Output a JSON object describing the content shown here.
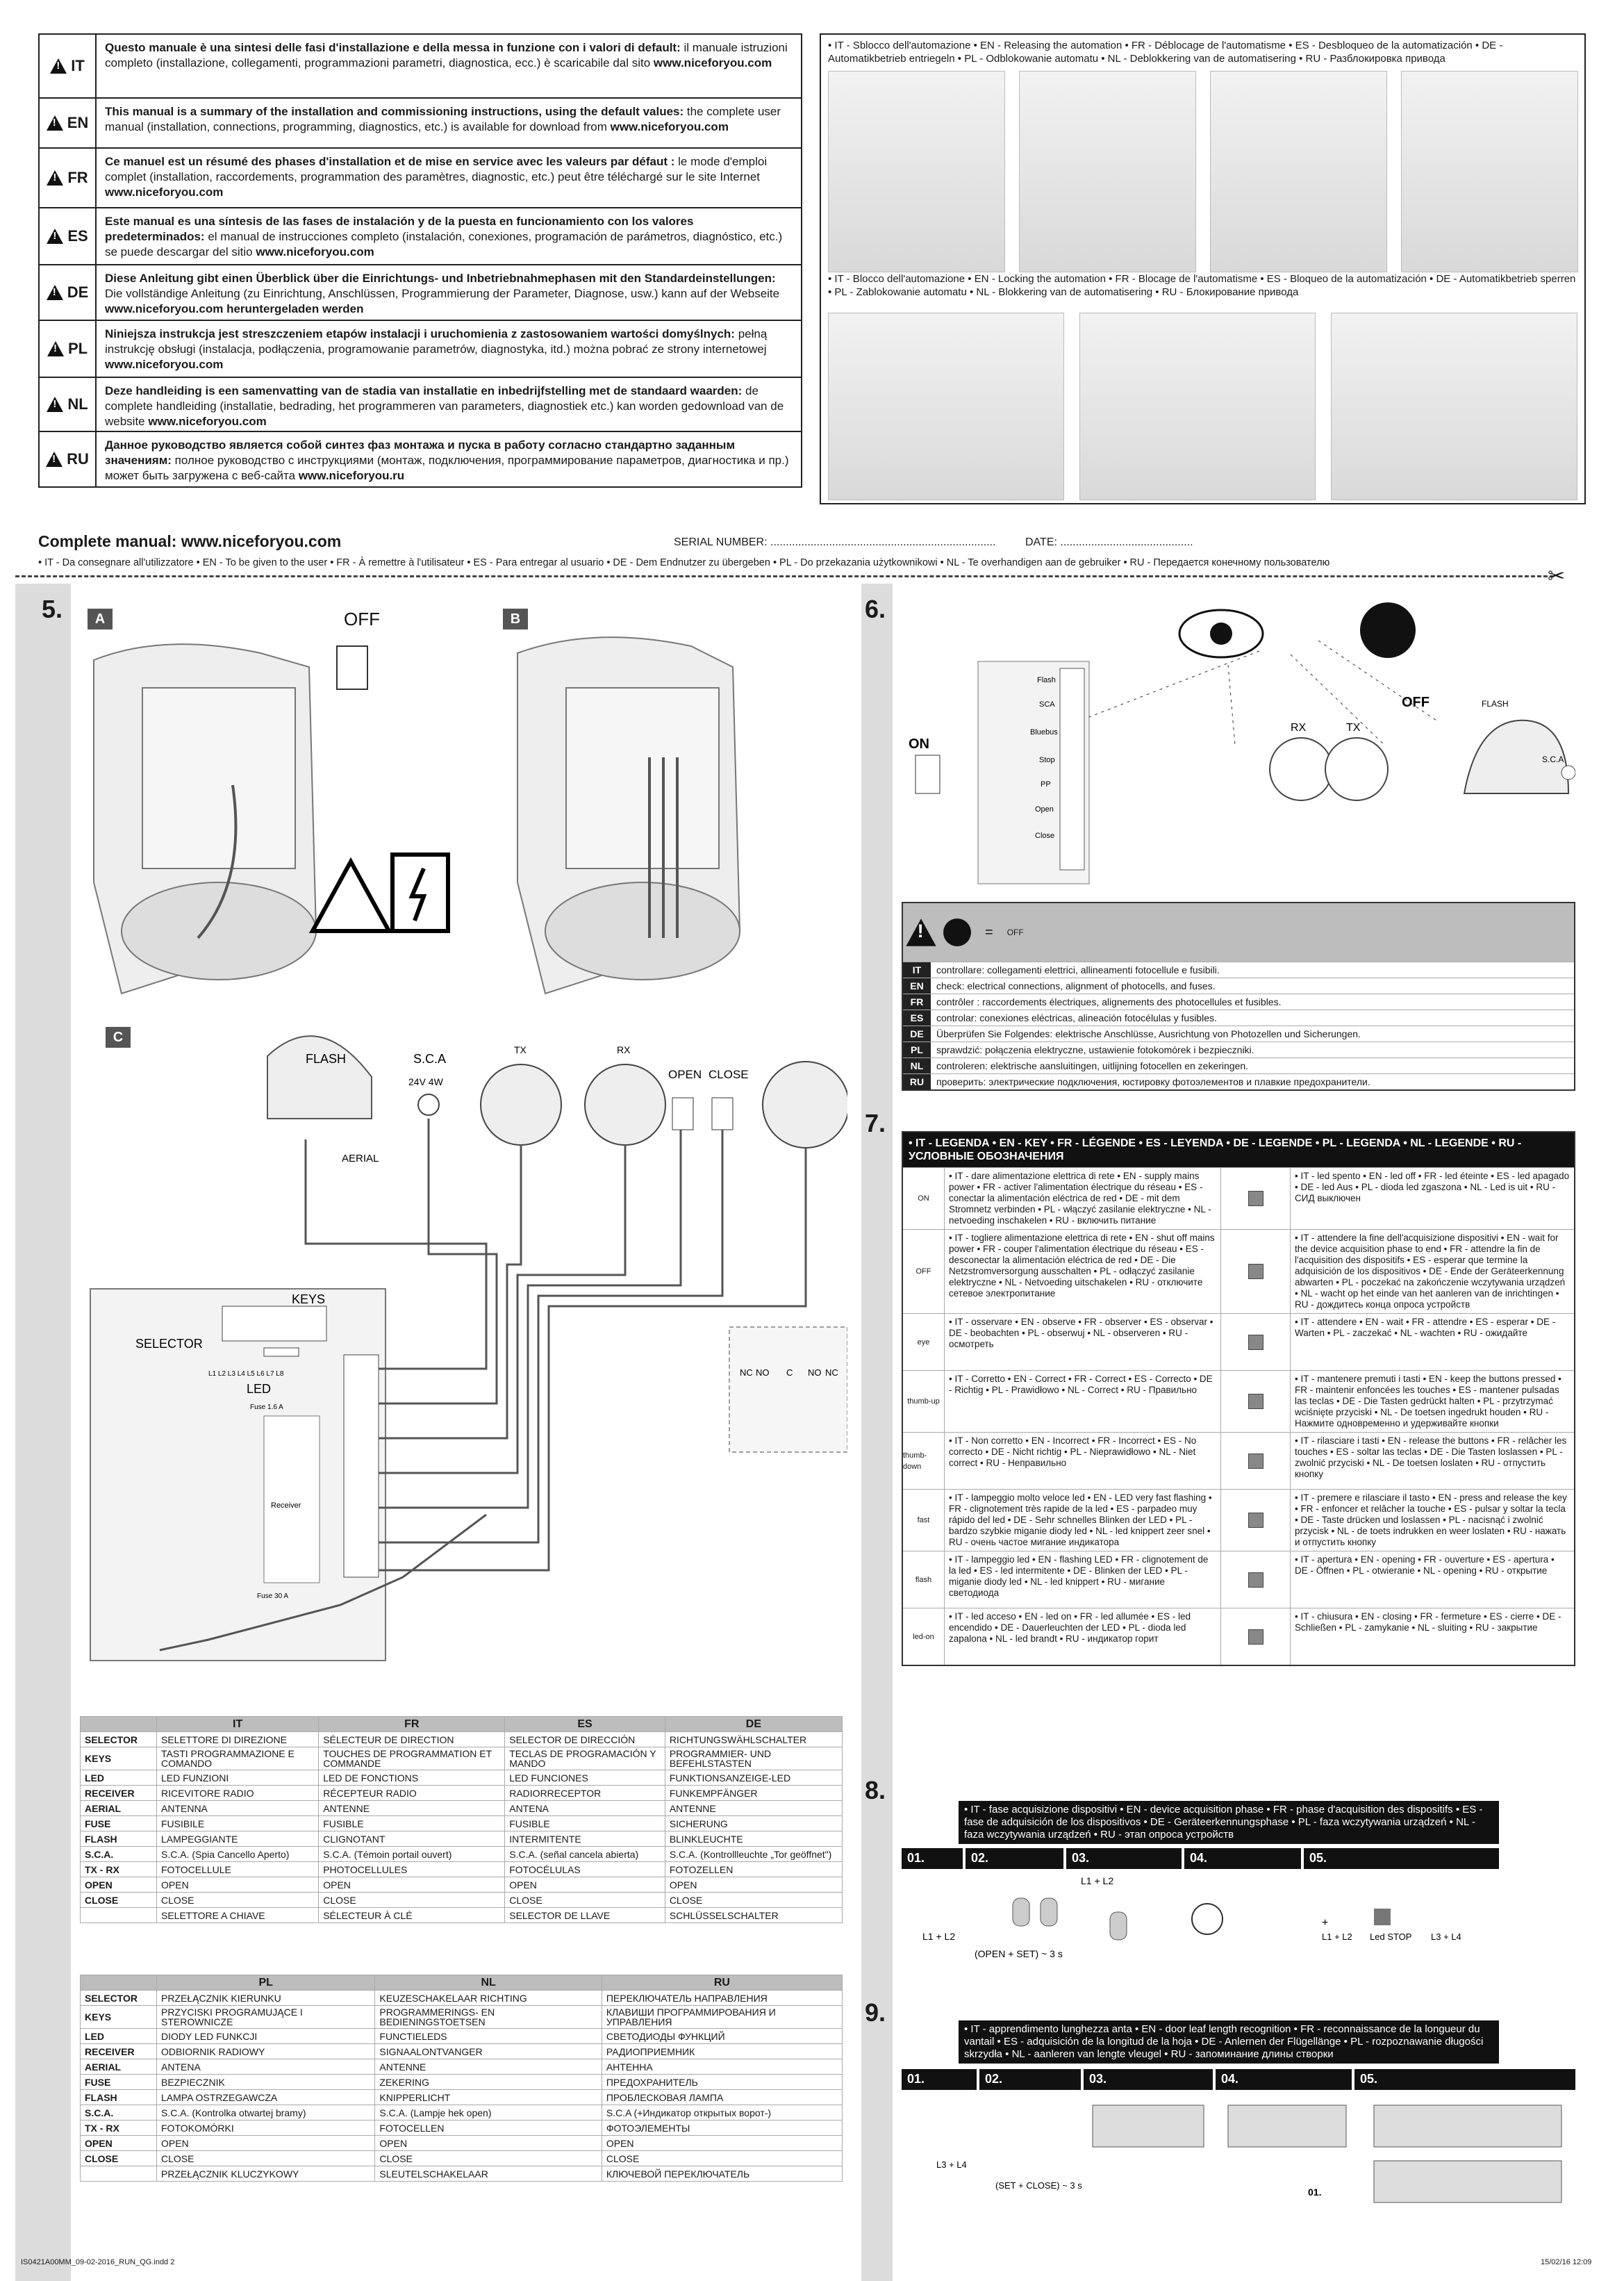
{
  "lang_rows": [
    {
      "code": "IT",
      "bold": "Questo manuale è una sintesi delle fasi d'installazione e della messa in funzione con i valori di default:",
      "rest": " il manuale istruzioni completo (installazione, collegamenti, programmazioni parametri, diagnostica, ecc.) è scaricabile dal sito ",
      "url": "www.niceforyou.com"
    },
    {
      "code": "EN",
      "bold": "This manual is a summary of the installation and commissioning instructions, using the default values:",
      "rest": " the complete user manual (installation, connections, programming, diagnostics, etc.) is available for download from ",
      "url": "www.niceforyou.com"
    },
    {
      "code": "FR",
      "bold": "Ce manuel est un résumé des phases d'installation et de mise en service avec les valeurs par défaut :",
      "rest": " le mode d'emploi complet (installation, raccordements, programmation des paramètres, diagnostic, etc.) peut être téléchargé sur le site Internet ",
      "url": "www.niceforyou.com"
    },
    {
      "code": "ES",
      "bold": "Este manual es una síntesis de las fases de instalación y de la puesta en funcionamiento con los valores predeterminados:",
      "rest": " el manual de instrucciones completo (instalación, conexiones, programación de parámetros, diagnóstico, etc.) se puede descargar del sitio ",
      "url": "www.niceforyou.com"
    },
    {
      "code": "DE",
      "bold": "Diese Anleitung gibt einen Überblick über die Einrichtungs- und Inbetriebnahmephasen mit den Standardeinstellungen:",
      "rest": " Die vollständige Anleitung (zu Einrichtung, Anschlüssen, Programmierung der Parameter, Diagnose, usw.) kann auf der Webseite ",
      "url": "www.niceforyou.com heruntergeladen werden"
    },
    {
      "code": "PL",
      "bold": "Niniejsza instrukcja jest streszczeniem etapów instalacji i uruchomienia z zastosowaniem wartości domyślnych:",
      "rest": " pełną instrukcję obsługi (instalacja, podłączenia, programowanie parametrów, diagnostyka, itd.) można pobrać ze strony internetowej ",
      "url": "www.niceforyou.com"
    },
    {
      "code": "NL",
      "bold": "Deze handleiding is een samenvatting van de stadia van installatie en inbedrijfstelling met de standaard waarden:",
      "rest": " de complete handleiding (installatie, bedrading, het programmeren van parameters, diagnostiek etc.) kan worden gedownload van de website ",
      "url": "www.niceforyou.com"
    },
    {
      "code": "RU",
      "bold": "Данное руководство является собой синтез фаз монтажа и пуска в работу согласно стандартно заданным значениям:",
      "rest": " полное руководство с инструкциями (монтаж, подключения, программирование параметров, диагностика и пр.) может быть загружена с веб-сайта ",
      "url": "www.niceforyou.ru"
    }
  ],
  "release_text": "• IT - Sblocco dell'automazione • EN - Releasing the automation • FR - Déblocage de l'automatisme • ES - Desbloqueo de la automatización • DE - Automatikbetrieb entriegeln • PL - Odblokowanie automatu • NL - Deblokkering van de automatisering • RU - Разблокировка привода",
  "lock_text": "• IT - Blocco dell'automazione • EN - Locking the automation • FR - Blocage de l'automatisme • ES - Bloqueo de la automatización • DE - Automatikbetrieb sperren • PL - Zablokowanie automatu • NL - Blokkering van de automatisering • RU - Блокирование привода",
  "complete_manual": "Complete manual: www.niceforyou.com",
  "serial": "SERIAL NUMBER: .........................................................................",
  "date": "DATE: ...........................................",
  "give_to_user": "• IT - Da consegnare all'utilizzatore • EN - To be given to the user • FR - À remettre à l'utilisateur • ES - Para entregar al usuario • DE - Dem Endnutzer zu übergeben • PL - Do przekazania użytkownikowi • NL - Te overhandigen aan de gebruiker • RU - Передается конечному пользователю",
  "sec5": "5.",
  "sec6": "6.",
  "sec7": "7.",
  "sec8": "8.",
  "sec9": "9.",
  "tagA": "A",
  "tagB": "B",
  "tagC": "C",
  "off": "OFF",
  "on": "ON",
  "diag": {
    "flash": "FLASH",
    "sca": "S.C.A",
    "sca_spec": "24V 4W",
    "tx": "TX",
    "rx": "RX",
    "open": "OPEN",
    "close": "CLOSE",
    "aerial": "AERIAL",
    "keys": "KEYS",
    "selector": "SELECTOR",
    "led": "LED",
    "nc": "NC",
    "no": "NO",
    "c": "C",
    "receiver": "Receiver",
    "fuse": "Fuse",
    "fuse30": "Fuse 30 A",
    "fuse16": "Fuse 1.6 A"
  },
  "terms": [
    "Flash",
    "SCA",
    "Bluebus",
    "Stop",
    "PP",
    "Open",
    "Close"
  ],
  "leds": "L1 L2 L3 L4 L5 L6 L7 L8",
  "glossary1": {
    "headers": [
      "",
      "IT",
      "FR",
      "ES",
      "DE"
    ],
    "rows": [
      [
        "SELECTOR",
        "SELETTORE DI DIREZIONE",
        "SÉLECTEUR DE DIRECTION",
        "SELECTOR DE DIRECCIÓN",
        "RICHTUNGSWÄHLSCHALTER"
      ],
      [
        "KEYS",
        "TASTI PROGRAMMAZIONE E COMANDO",
        "TOUCHES DE PROGRAMMATION ET COMMANDE",
        "TECLAS DE PROGRAMACIÓN Y MANDO",
        "PROGRAMMIER- UND BEFEHLSTASTEN"
      ],
      [
        "LED",
        "LED FUNZIONI",
        "LED DE FONCTIONS",
        "LED FUNCIONES",
        "FUNKTIONSANZEIGE-LED"
      ],
      [
        "RECEIVER",
        "RICEVITORE RADIO",
        "RÉCEPTEUR RADIO",
        "RADIORRECEPTOR",
        "FUNKEMPFÄNGER"
      ],
      [
        "AERIAL",
        "ANTENNA",
        "ANTENNE",
        "ANTENA",
        "ANTENNE"
      ],
      [
        "FUSE",
        "FUSIBILE",
        "FUSIBLE",
        "FUSIBLE",
        "SICHERUNG"
      ],
      [
        "FLASH",
        "LAMPEGGIANTE",
        "CLIGNOTANT",
        "INTERMITENTE",
        "BLINKLEUCHTE"
      ],
      [
        "S.C.A.",
        "S.C.A. (Spia Cancello Aperto)",
        "S.C.A. (Témoin portail ouvert)",
        "S.C.A. (señal cancela abierta)",
        "S.C.A. (Kontrollleuchte „Tor geöffnet\")"
      ],
      [
        "TX - RX",
        "FOTOCELLULE",
        "PHOTOCELLULES",
        "FOTOCÉLULAS",
        "FOTOZELLEN"
      ],
      [
        "OPEN",
        "OPEN",
        "OPEN",
        "OPEN",
        "OPEN"
      ],
      [
        "CLOSE",
        "CLOSE",
        "CLOSE",
        "CLOSE",
        "CLOSE"
      ],
      [
        "",
        "SELETTORE A CHIAVE",
        "SÉLECTEUR À CLÉ",
        "SELECTOR DE LLAVE",
        "SCHLÜSSELSCHALTER"
      ]
    ]
  },
  "glossary2": {
    "headers": [
      "",
      "PL",
      "NL",
      "RU"
    ],
    "rows": [
      [
        "SELECTOR",
        "PRZEŁĄCZNIK KIERUNKU",
        "KEUZESCHAKELAAR RICHTING",
        "ПЕРЕКЛЮЧАТЕЛЬ НАПРАВЛЕНИЯ"
      ],
      [
        "KEYS",
        "PRZYCISKI PROGRAMUJĄCE I STEROWNICZE",
        "PROGRAMMERINGS- EN BEDIENINGSTOETSEN",
        "КЛАВИШИ ПРОГРАММИРОВАНИЯ И УПРАВЛЕНИЯ"
      ],
      [
        "LED",
        "DIODY LED FUNKCJI",
        "FUNCTIELEDS",
        "СВЕТОДИОДЫ ФУНКЦИЙ"
      ],
      [
        "RECEIVER",
        "ODBIORNIK RADIOWY",
        "SIGNAALONTVANGER",
        "РАДИОПРИЕМНИК"
      ],
      [
        "AERIAL",
        "ANTENA",
        "ANTENNE",
        "АНТЕННА"
      ],
      [
        "FUSE",
        "BEZPIECZNIK",
        "ZEKERING",
        "ПРЕДОХРАНИТЕЛЬ"
      ],
      [
        "FLASH",
        "LAMPA OSTRZEGAWCZA",
        "KNIPPERLICHT",
        "ПРОБЛЕСКОВАЯ ЛАМПА"
      ],
      [
        "S.C.A.",
        "S.C.A. (Kontrolka otwartej bramy)",
        "S.C.A. (Lampje hek open)",
        "S.C.A (+Индикатор открытых ворот-)"
      ],
      [
        "TX - RX",
        "FOTOKOMÓRKI",
        "FOTOCELLEN",
        "ФОТОЭЛЕМЕНТЫ"
      ],
      [
        "OPEN",
        "OPEN",
        "OPEN",
        "OPEN"
      ],
      [
        "CLOSE",
        "CLOSE",
        "CLOSE",
        "CLOSE"
      ],
      [
        "",
        "PRZEŁĄCZNIK KLUCZYKOWY",
        "SLEUTELSCHAKELAAR",
        "КЛЮЧЕВОЙ ПЕРЕКЛЮЧАТЕЛЬ"
      ]
    ]
  },
  "check": [
    [
      "IT",
      "controllare: collegamenti elettrici, allineamenti fotocellule e fusibili."
    ],
    [
      "EN",
      "check: electrical connections, alignment of photocells, and fuses."
    ],
    [
      "FR",
      "contrôler : raccordements électriques, alignements des photocellules et fusibles."
    ],
    [
      "ES",
      "controlar: conexiones eléctricas, alineación fotocélulas y fusibles."
    ],
    [
      "DE",
      "Überprüfen Sie Folgendes: elektrische Anschlüsse, Ausrichtung von Photozellen und Sicherungen."
    ],
    [
      "PL",
      "sprawdzić: połączenia elektryczne, ustawienie fotokomórek i bezpieczniki."
    ],
    [
      "NL",
      "controleren: elektrische aansluitingen, uitlijning fotocellen en zekeringen."
    ],
    [
      "RU",
      "проверить: электрические подключения, юстировку фотоэлементов и плавкие предохранители."
    ]
  ],
  "legend_head": "• IT - LEGENDA • EN - KEY • FR - LÉGENDE • ES - LEYENDA • DE - LEGENDE • PL - LEGENDA • NL - LEGENDE • RU - УСЛОВНЫЕ ОБОЗНАЧЕНИЯ",
  "legend": [
    {
      "icon": "ON",
      "left": "• IT - dare alimentazione elettrica di rete • EN - supply mains power • FR - activer l'alimentation électrique du réseau • ES - conectar la alimentación eléctrica de red • DE - mit dem Stromnetz verbinden • PL - włączyć zasilanie elektryczne • NL - netvoeding inschakelen • RU - включить питание",
      "right": "• IT - led spento • EN - led off • FR - led éteinte • ES - led apagado • DE - led Aus • PL - dioda led zgaszona • NL - Led is uit • RU - СИД выключен"
    },
    {
      "icon": "OFF",
      "left": "• IT - togliere alimentazione elettrica di rete • EN - shut off mains power • FR - couper l'alimentation électrique du réseau • ES - desconectar la alimentación eléctrica de red • DE - Die Netzstromversorgung ausschalten • PL - odłączyć zasilanie elektryczne • NL - Netvoeding uitschakelen • RU - отключите сетевое электропитание",
      "right": "• IT - attendere la fine dell'acquisizione dispositivi • EN - wait for the device acquisition phase to end • FR - attendre la fin de l'acquisition des dispositifs • ES - esperar que termine la adquisición de los dispositivos • DE - Ende der Geräteerkennung abwarten • PL - poczekać na zakończenie wczytywania urządzeń • NL - wacht op het einde van het aanleren van de inrichtingen • RU - дождитесь конца опроса устройств"
    },
    {
      "icon": "eye",
      "left": "• IT - osservare • EN - observe • FR - observer • ES - observar • DE - beobachten • PL - obserwuj • NL - observeren • RU - осмотреть",
      "right": "• IT - attendere • EN - wait • FR - attendre • ES - esperar • DE - Warten • PL - zaczekać • NL - wachten • RU - ожидайте"
    },
    {
      "icon": "thumb-up",
      "left": "• IT - Corretto • EN - Correct • FR - Correct • ES - Correcto • DE - Richtig • PL - Prawidłowo • NL - Correct • RU - Правильно",
      "right": "• IT - mantenere premuti i tasti • EN - keep the buttons pressed • FR - maintenir enfoncées les touches • ES - mantener pulsadas las teclas • DE - Die Tasten gedrückt halten • PL - przytrzymać wciśnięte przyciski • NL - De toetsen ingedrukt houden • RU - Нажмите одновременно и удерживайте кнопки"
    },
    {
      "icon": "thumb-down",
      "left": "• IT - Non corretto • EN - Incorrect • FR - Incorrect • ES - No correcto • DE - Nicht richtig • PL - Nieprawidłowo • NL - Niet correct • RU - Неправильно",
      "right": "• IT - rilasciare i tasti • EN - release the buttons • FR - relâcher les touches • ES - soltar las teclas • DE - Die Tasten loslassen • PL - zwolnić przyciski • NL - De toetsen loslaten • RU - отпустить кнопку"
    },
    {
      "icon": "fast",
      "left": "• IT - lampeggio molto veloce led • EN - LED very fast flashing • FR - clignotement très rapide de la led • ES - parpadeo muy rápido del led • DE - Sehr schnelles Blinken der LED • PL - bardzo szybkie miganie diody led • NL - led knippert zeer snel • RU - очень частое мигание индикатора",
      "right": "• IT - premere e rilasciare il tasto • EN - press and release the key • FR - enfoncer et relâcher la touche • ES - pulsar y soltar la tecla • DE - Taste drücken und loslassen • PL - nacisnąć i zwolnić przycisk • NL - de toets indrukken en weer loslaten • RU - нажать и отпустить кнопку"
    },
    {
      "icon": "flash",
      "left": "• IT - lampeggio led • EN - flashing LED • FR - clignotement de la led • ES - led intermitente • DE - Blinken der LED • PL - miganie diody led • NL - led knippert • RU - мигание светодиода",
      "right": "• IT - apertura • EN - opening • FR - ouverture • ES - apertura • DE - Öffnen • PL - otwieranie • NL - opening • RU - открытие"
    },
    {
      "icon": "led-on",
      "left": "• IT - led acceso • EN - led on • FR - led allumée • ES - led encendido • DE - Dauerleuchten der LED • PL - dioda led zapalona • NL - led brandt • RU - индикатор горит",
      "right": "• IT - chiusura • EN - closing • FR - fermeture • ES - cierre • DE - Schließen • PL - zamykanie • NL - sluiting • RU - закрытие"
    }
  ],
  "s8_head": "• IT - fase acquisizione dispositivi • EN - device acquisition phase • FR - phase d'acquisition des dispositifs • ES - fase de adquisición de los dispositivos • DE - Geräteerkennungsphase • PL - faza wczytywania urządzeń • NL - faza wczytywania urządzeń • RU - этап опроса устройств",
  "s8_steps": [
    "01.",
    "02.",
    "03.",
    "04.",
    "05."
  ],
  "s8_labels": {
    "l1l2": "L1 + L2",
    "openset": "(OPEN + SET) ~ 3 s",
    "l1l2b": "L1 + L2",
    "l1l2c": "L1 + L2",
    "ledstop": "Led STOP",
    "l3l4": "L3 + L4",
    "plus": "+"
  },
  "s9_head": "• IT - apprendimento lunghezza anta • EN - door leaf length recognition • FR - reconnaissance de la longueur du vantail • ES - adquisición de la longitud de la hoja • DE - Anlernen der Flügellänge • PL - rozpoznawanie długości skrzydła • NL - aanleren van lengte vleugel • RU - запоминание длины створки",
  "s9_steps": [
    "01.",
    "02.",
    "03.",
    "04.",
    "05."
  ],
  "s9_labels": {
    "l3l4": "L3 + L4",
    "setclose": "(SET + CLOSE) ~ 3 s",
    "back": "01."
  },
  "footer_left": "IS0421A00MM_09-02-2016_RUN_QG.indd  2",
  "footer_right": "15/02/16   12:09",
  "flash_label": "FLASH",
  "rx_label": "RX",
  "tx_label": "TX",
  "sca_label": "S.C.A",
  "off2": "OFF",
  "eq": "="
}
